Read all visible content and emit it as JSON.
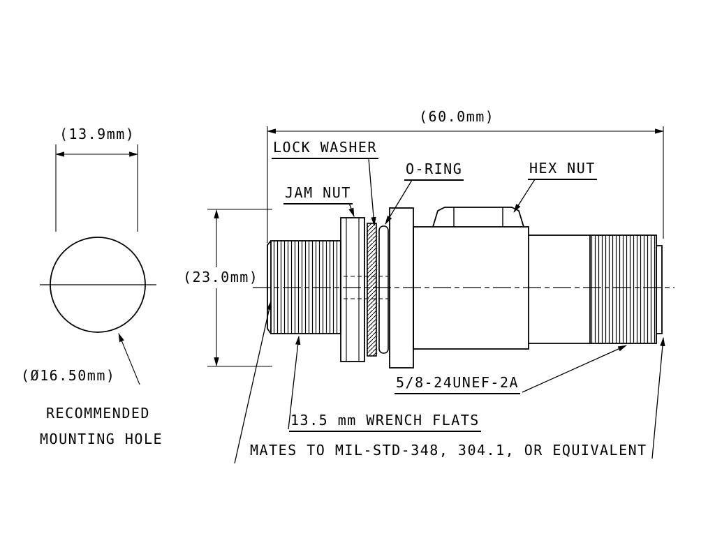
{
  "page": {
    "background": "#ffffff",
    "line_color": "#000000"
  },
  "mounting_hole_view": {
    "width_dimension": "(13.9mm)",
    "diameter_label": "(Ø16.50mm)",
    "caption_line1": "RECOMMENDED",
    "caption_line2": "MOUNTING HOLE"
  },
  "connector_view": {
    "length_dimension": "(60.0mm)",
    "height_dimension": "(23.0mm)",
    "lock_washer_label": "LOCK WASHER",
    "o_ring_label": "O-RING",
    "hex_nut_label": "HEX NUT",
    "jam_nut_label": "JAM NUT",
    "thread_spec_label": "5/8-24UNEF-2A",
    "wrench_flats_label": "13.5 mm WRENCH FLATS",
    "mating_note": "MATES TO MIL-STD-348, 304.1, OR EQUIVALENT"
  }
}
